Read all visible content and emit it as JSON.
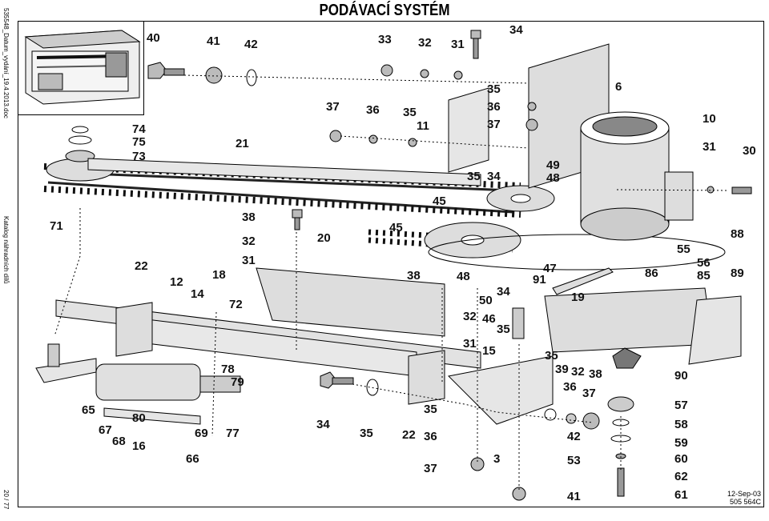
{
  "document": {
    "title": "PODÁVACÍ SYSTÉM",
    "side_doc": "535548_Datum_vydání_19.4.2013.doc",
    "side_catalog": "Katalog náhradních dílů",
    "side_page": "20 / 77",
    "footer_date": "12-Sep-03",
    "footer_code": "505 564C"
  },
  "callouts": [
    {
      "id": "c40",
      "text": "40"
    },
    {
      "id": "c41a",
      "text": "41"
    },
    {
      "id": "c42a",
      "text": "42"
    },
    {
      "id": "c33",
      "text": "33"
    },
    {
      "id": "c32a",
      "text": "32"
    },
    {
      "id": "c31a",
      "text": "31"
    },
    {
      "id": "c34a",
      "text": "34"
    },
    {
      "id": "c35a",
      "text": "35"
    },
    {
      "id": "c6",
      "text": "6"
    },
    {
      "id": "c36a",
      "text": "36"
    },
    {
      "id": "c37a",
      "text": "37"
    },
    {
      "id": "c37b",
      "text": "37"
    },
    {
      "id": "c36b",
      "text": "36"
    },
    {
      "id": "c35b",
      "text": "35"
    },
    {
      "id": "c11",
      "text": "11"
    },
    {
      "id": "c10",
      "text": "10"
    },
    {
      "id": "c74",
      "text": "74"
    },
    {
      "id": "c75",
      "text": "75"
    },
    {
      "id": "c73",
      "text": "73"
    },
    {
      "id": "c21",
      "text": "21"
    },
    {
      "id": "c49",
      "text": "49"
    },
    {
      "id": "c48a",
      "text": "48"
    },
    {
      "id": "c35c",
      "text": "35"
    },
    {
      "id": "c34b",
      "text": "34"
    },
    {
      "id": "c31b",
      "text": "31"
    },
    {
      "id": "c30",
      "text": "30"
    },
    {
      "id": "c71",
      "text": "71"
    },
    {
      "id": "c45a",
      "text": "45"
    },
    {
      "id": "c45b",
      "text": "45"
    },
    {
      "id": "c38a",
      "text": "38"
    },
    {
      "id": "c20",
      "text": "20"
    },
    {
      "id": "c32b",
      "text": "32"
    },
    {
      "id": "c31c",
      "text": "31"
    },
    {
      "id": "c88",
      "text": "88"
    },
    {
      "id": "c55",
      "text": "55"
    },
    {
      "id": "c56",
      "text": "56"
    },
    {
      "id": "c85",
      "text": "85"
    },
    {
      "id": "c86",
      "text": "86"
    },
    {
      "id": "c89",
      "text": "89"
    },
    {
      "id": "c22a",
      "text": "22"
    },
    {
      "id": "c12",
      "text": "12"
    },
    {
      "id": "c14",
      "text": "14"
    },
    {
      "id": "c18",
      "text": "18"
    },
    {
      "id": "c72",
      "text": "72"
    },
    {
      "id": "c38b",
      "text": "38"
    },
    {
      "id": "c48b",
      "text": "48"
    },
    {
      "id": "c47",
      "text": "47"
    },
    {
      "id": "c91",
      "text": "91"
    },
    {
      "id": "c34c",
      "text": "34"
    },
    {
      "id": "c50",
      "text": "50"
    },
    {
      "id": "c19",
      "text": "19"
    },
    {
      "id": "c32c",
      "text": "32"
    },
    {
      "id": "c46",
      "text": "46"
    },
    {
      "id": "c35d",
      "text": "35"
    },
    {
      "id": "c31d",
      "text": "31"
    },
    {
      "id": "c15",
      "text": "15"
    },
    {
      "id": "c35e",
      "text": "35"
    },
    {
      "id": "c39",
      "text": "39"
    },
    {
      "id": "c32d",
      "text": "32"
    },
    {
      "id": "c38c",
      "text": "38"
    },
    {
      "id": "c90",
      "text": "90"
    },
    {
      "id": "c36c",
      "text": "36"
    },
    {
      "id": "c37c",
      "text": "37"
    },
    {
      "id": "c57",
      "text": "57"
    },
    {
      "id": "c58",
      "text": "58"
    },
    {
      "id": "c59",
      "text": "59"
    },
    {
      "id": "c60",
      "text": "60"
    },
    {
      "id": "c62",
      "text": "62"
    },
    {
      "id": "c61",
      "text": "61"
    },
    {
      "id": "c41b",
      "text": "41"
    },
    {
      "id": "c53",
      "text": "53"
    },
    {
      "id": "c42b",
      "text": "42"
    },
    {
      "id": "c3",
      "text": "3"
    },
    {
      "id": "c37d",
      "text": "37"
    },
    {
      "id": "c36d",
      "text": "36"
    },
    {
      "id": "c35f",
      "text": "35"
    },
    {
      "id": "c22b",
      "text": "22"
    },
    {
      "id": "c35g",
      "text": "35"
    },
    {
      "id": "c34d",
      "text": "34"
    },
    {
      "id": "c78",
      "text": "78"
    },
    {
      "id": "c79",
      "text": "79"
    },
    {
      "id": "c65",
      "text": "65"
    },
    {
      "id": "c80",
      "text": "80"
    },
    {
      "id": "c67",
      "text": "67"
    },
    {
      "id": "c68",
      "text": "68"
    },
    {
      "id": "c16",
      "text": "16"
    },
    {
      "id": "c69",
      "text": "69"
    },
    {
      "id": "c66",
      "text": "66"
    },
    {
      "id": "c77",
      "text": "77"
    }
  ],
  "colors": {
    "part_fill": "#d9d9d9",
    "part_dark": "#7a7a7a",
    "line": "#000000",
    "belt": "#222222"
  }
}
